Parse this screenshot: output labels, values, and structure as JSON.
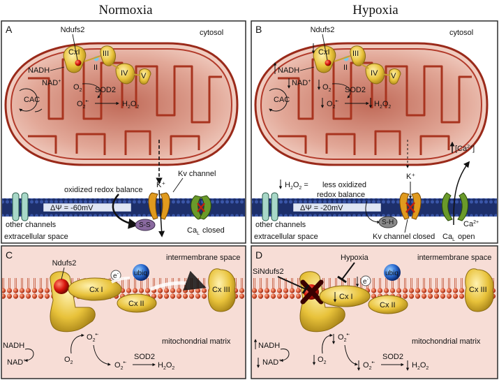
{
  "titles": {
    "left": "Normoxia",
    "right": "Hypoxia"
  },
  "panelA": {
    "letter": "A",
    "cytosol": "cytosol",
    "ndufs2": "Ndufs2",
    "cxI": "CxI",
    "ii": "II",
    "iii": "III",
    "iv": "IV",
    "v": "V",
    "nadh": "NADH",
    "nad": "NAD",
    "nad_sup": "+",
    "o2": "O",
    "o2_sub": "2",
    "cac": "CAC",
    "o2minus": "O",
    "o2minus_sub": "2",
    "o2minus_sup": "•-",
    "sod2": "SOD2",
    "h2o2": "H",
    "h2o2_sub1": "2",
    "h2o2_o": "O",
    "h2o2_sub2": "2",
    "kv_channel": "Kv channel",
    "k_plus": "K⁺",
    "redox": "oxidized redox balance",
    "psi": "ΔΨ = -60mV",
    "ss": "S-S",
    "other_channels": "other channels",
    "extracellular": "extracellular space",
    "cal_closed": "Ca",
    "cal_sub": "L",
    "cal_state": "closed"
  },
  "panelB": {
    "letter": "B",
    "cytosol": "cytosol",
    "ndufs2": "Ndufs2",
    "cxI": "CxI",
    "ii": "II",
    "iii": "III",
    "iv": "IV",
    "v": "V",
    "nadh": "NADH",
    "nad": "NAD",
    "cac": "CAC",
    "sod2": "SOD2",
    "h2o2_eq": "=",
    "redox1": "less oxidized",
    "redox2": "redox balance",
    "k_plus": "K⁺",
    "ca_bracket": "[Ca",
    "ca_bracket_sup": "2+",
    "ca_bracket_end": "]",
    "ca_ion": "Ca",
    "ca_ion_sup": "2+",
    "psi": "ΔΨ = -20mV",
    "sh": "S-H",
    "kv_closed": "Kv channel closed",
    "other_channels": "other channels",
    "extracellular": "extracellular space",
    "cal_open": "Ca",
    "cal_sub": "L",
    "cal_state": "open"
  },
  "panelC": {
    "letter": "C",
    "intermembrane": "intermembrane space",
    "ndufs2": "Ndufs2",
    "e": "e",
    "e_sup": "-",
    "ubiq": "ubiq",
    "cxI": "Cx I",
    "cxII": "Cx II",
    "cxIII": "Cx III",
    "nadh": "NADH",
    "nad": "NAD",
    "o2": "O",
    "o2_sub": "2",
    "sod2": "SOD2",
    "matrix": "mitochondrial matrix"
  },
  "panelD": {
    "letter": "D",
    "intermembrane": "intermembrane space",
    "sindufs2": "SiNdufs2",
    "hypoxia": "Hypoxia",
    "e": "e",
    "ubiq": "ubiq",
    "cxI": "Cx I",
    "cxII": "Cx II",
    "cxIII": "Cx III",
    "nadh": "NADH",
    "nad": "NAD",
    "sod2": "SOD2",
    "matrix": "mitochondrial matrix"
  },
  "colors": {
    "frame": "#2b2b2b",
    "mito_outer": "#b23a2a",
    "mito_fill": "#e8b8a8",
    "mito_core": "#c87a6a",
    "complex_yellow": "#e8c23a",
    "membrane_blue": "#1d2f6b",
    "kv_orange": "#e09a1e",
    "cal_green": "#6a9a2a",
    "channel_teal": "#a8d8c8",
    "panel_pink": "#f5d6d0",
    "lipid_red": "#d04a2a",
    "ndufs2_red": "#d01a10",
    "ubiq_blue": "#2a6ad0"
  }
}
